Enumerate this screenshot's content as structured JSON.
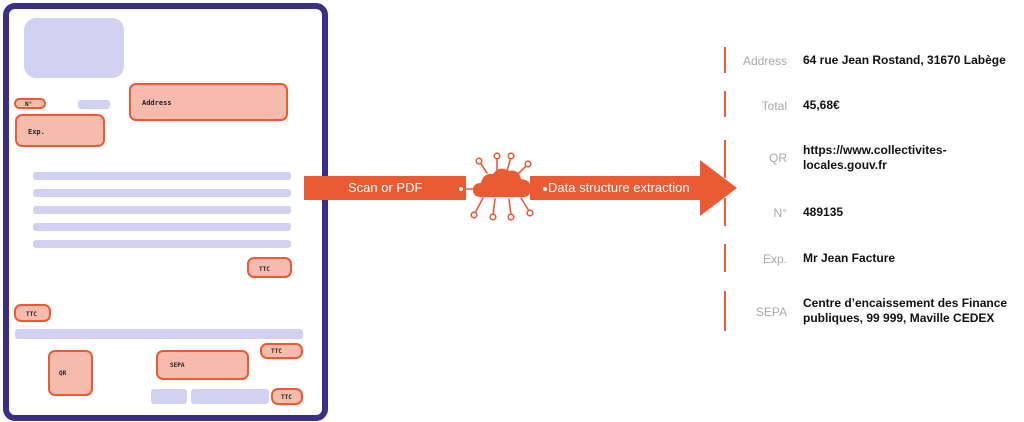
{
  "document": {
    "fields": {
      "number": "N°",
      "address": "Address",
      "exp": "Exp.",
      "ttc": "TTC",
      "qr": "QR",
      "sepa": "SEPA"
    }
  },
  "arrow": {
    "left_label": "Scan or PDF",
    "right_label": "Data structure extraction"
  },
  "colors": {
    "accent": "#ea5b33",
    "field_fill": "#f7bbae",
    "document_border": "#3a2f86",
    "placeholder": "#d3d1f1"
  },
  "extracted": [
    {
      "key": "Address",
      "value": "64 rue Jean Rostand, 31670 Labège"
    },
    {
      "key": "Total",
      "value": "45,68€"
    },
    {
      "key": "QR",
      "value": "https://www.collectivites-locales.gouv.fr"
    },
    {
      "key": "N°",
      "value": "489135"
    },
    {
      "key": "Exp.",
      "value": "Mr Jean Facture"
    },
    {
      "key": "SEPA",
      "value": "Centre d’encaissement des Finance publiques, 99 999, Maville CEDEX"
    }
  ]
}
